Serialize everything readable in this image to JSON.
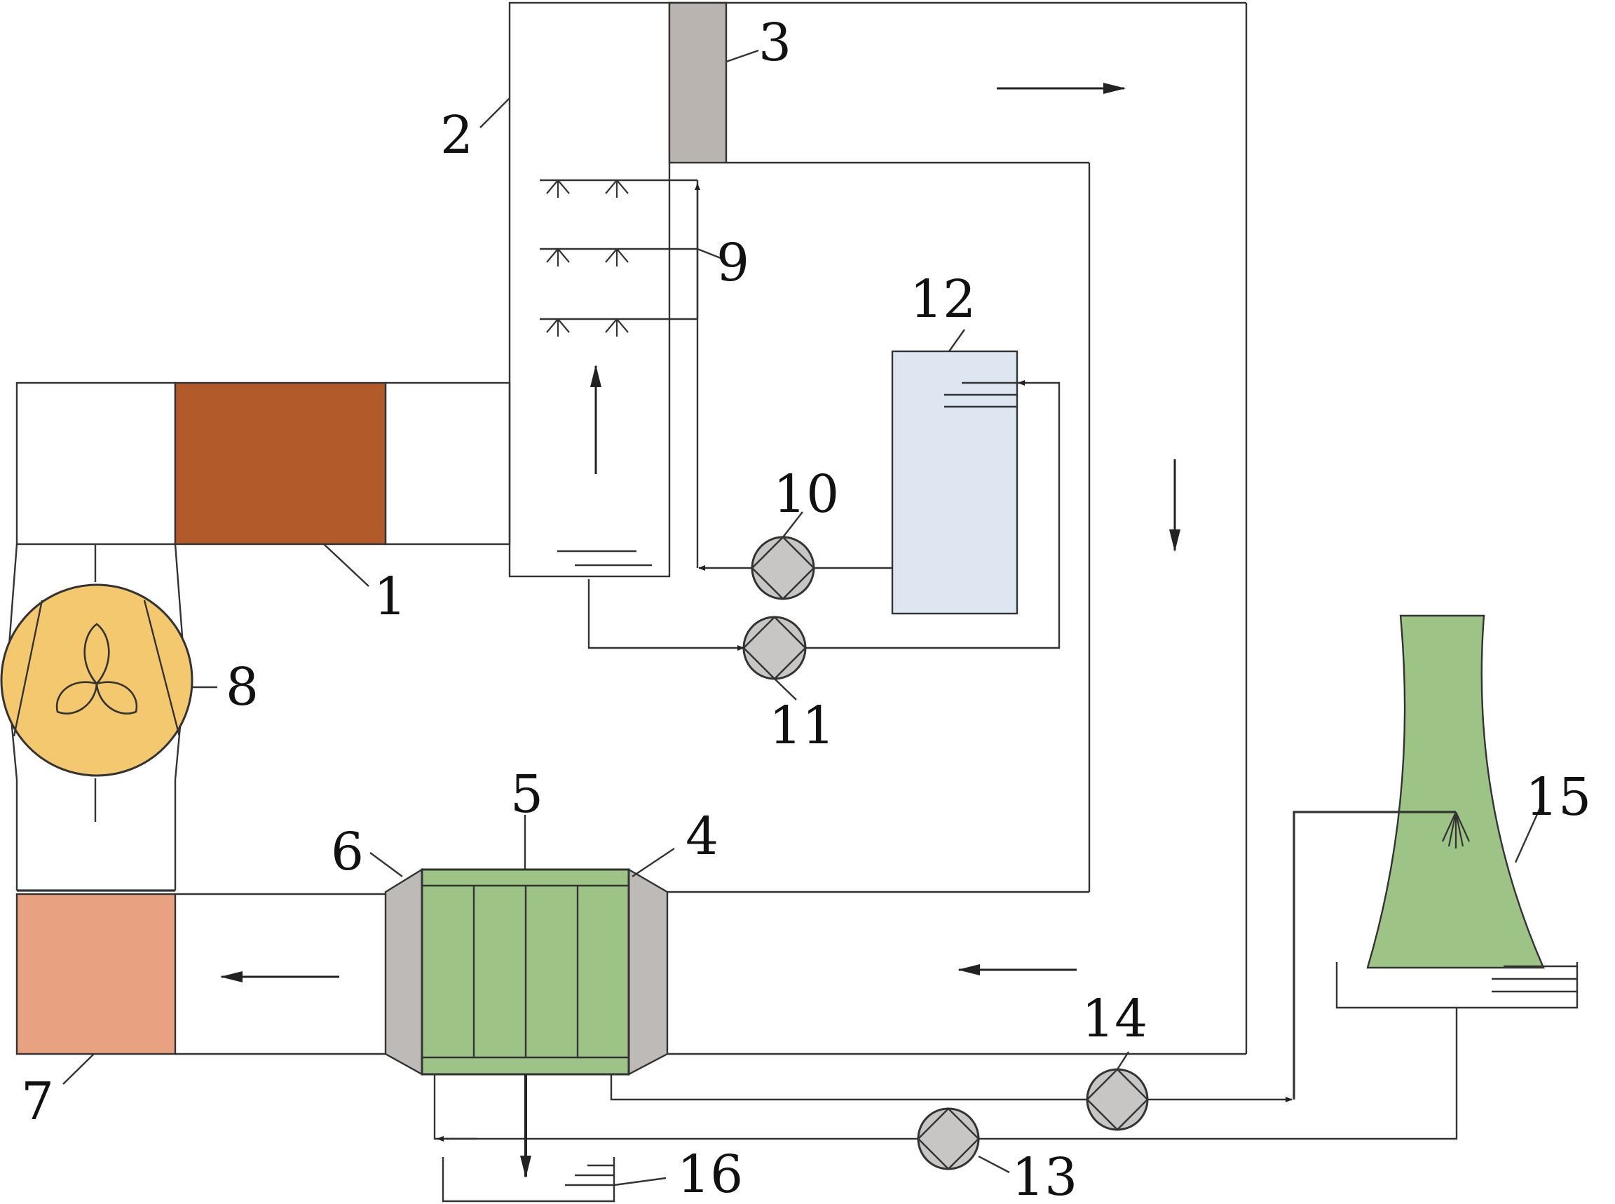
{
  "labels": {
    "l1": "1",
    "l2": "2",
    "l3": "3",
    "l4": "4",
    "l5": "5",
    "l6": "6",
    "l7": "7",
    "l8": "8",
    "l9": "9",
    "l10": "10",
    "l11": "11",
    "l12": "12",
    "l13": "13",
    "l14": "14",
    "l15": "15",
    "l16": "16"
  },
  "colors": {
    "heat_source_1": "#b35a2a",
    "demister_3": "#b9b4b0",
    "tank_12": "#dde6f1",
    "fan_8": "#f4c86e",
    "heater_7": "#e9a281",
    "exchanger_5": "#9ec386",
    "cooling_tower_15": "#9ec386",
    "pump": "#c8c6c5",
    "transition_4_6": "#bdbab8"
  }
}
